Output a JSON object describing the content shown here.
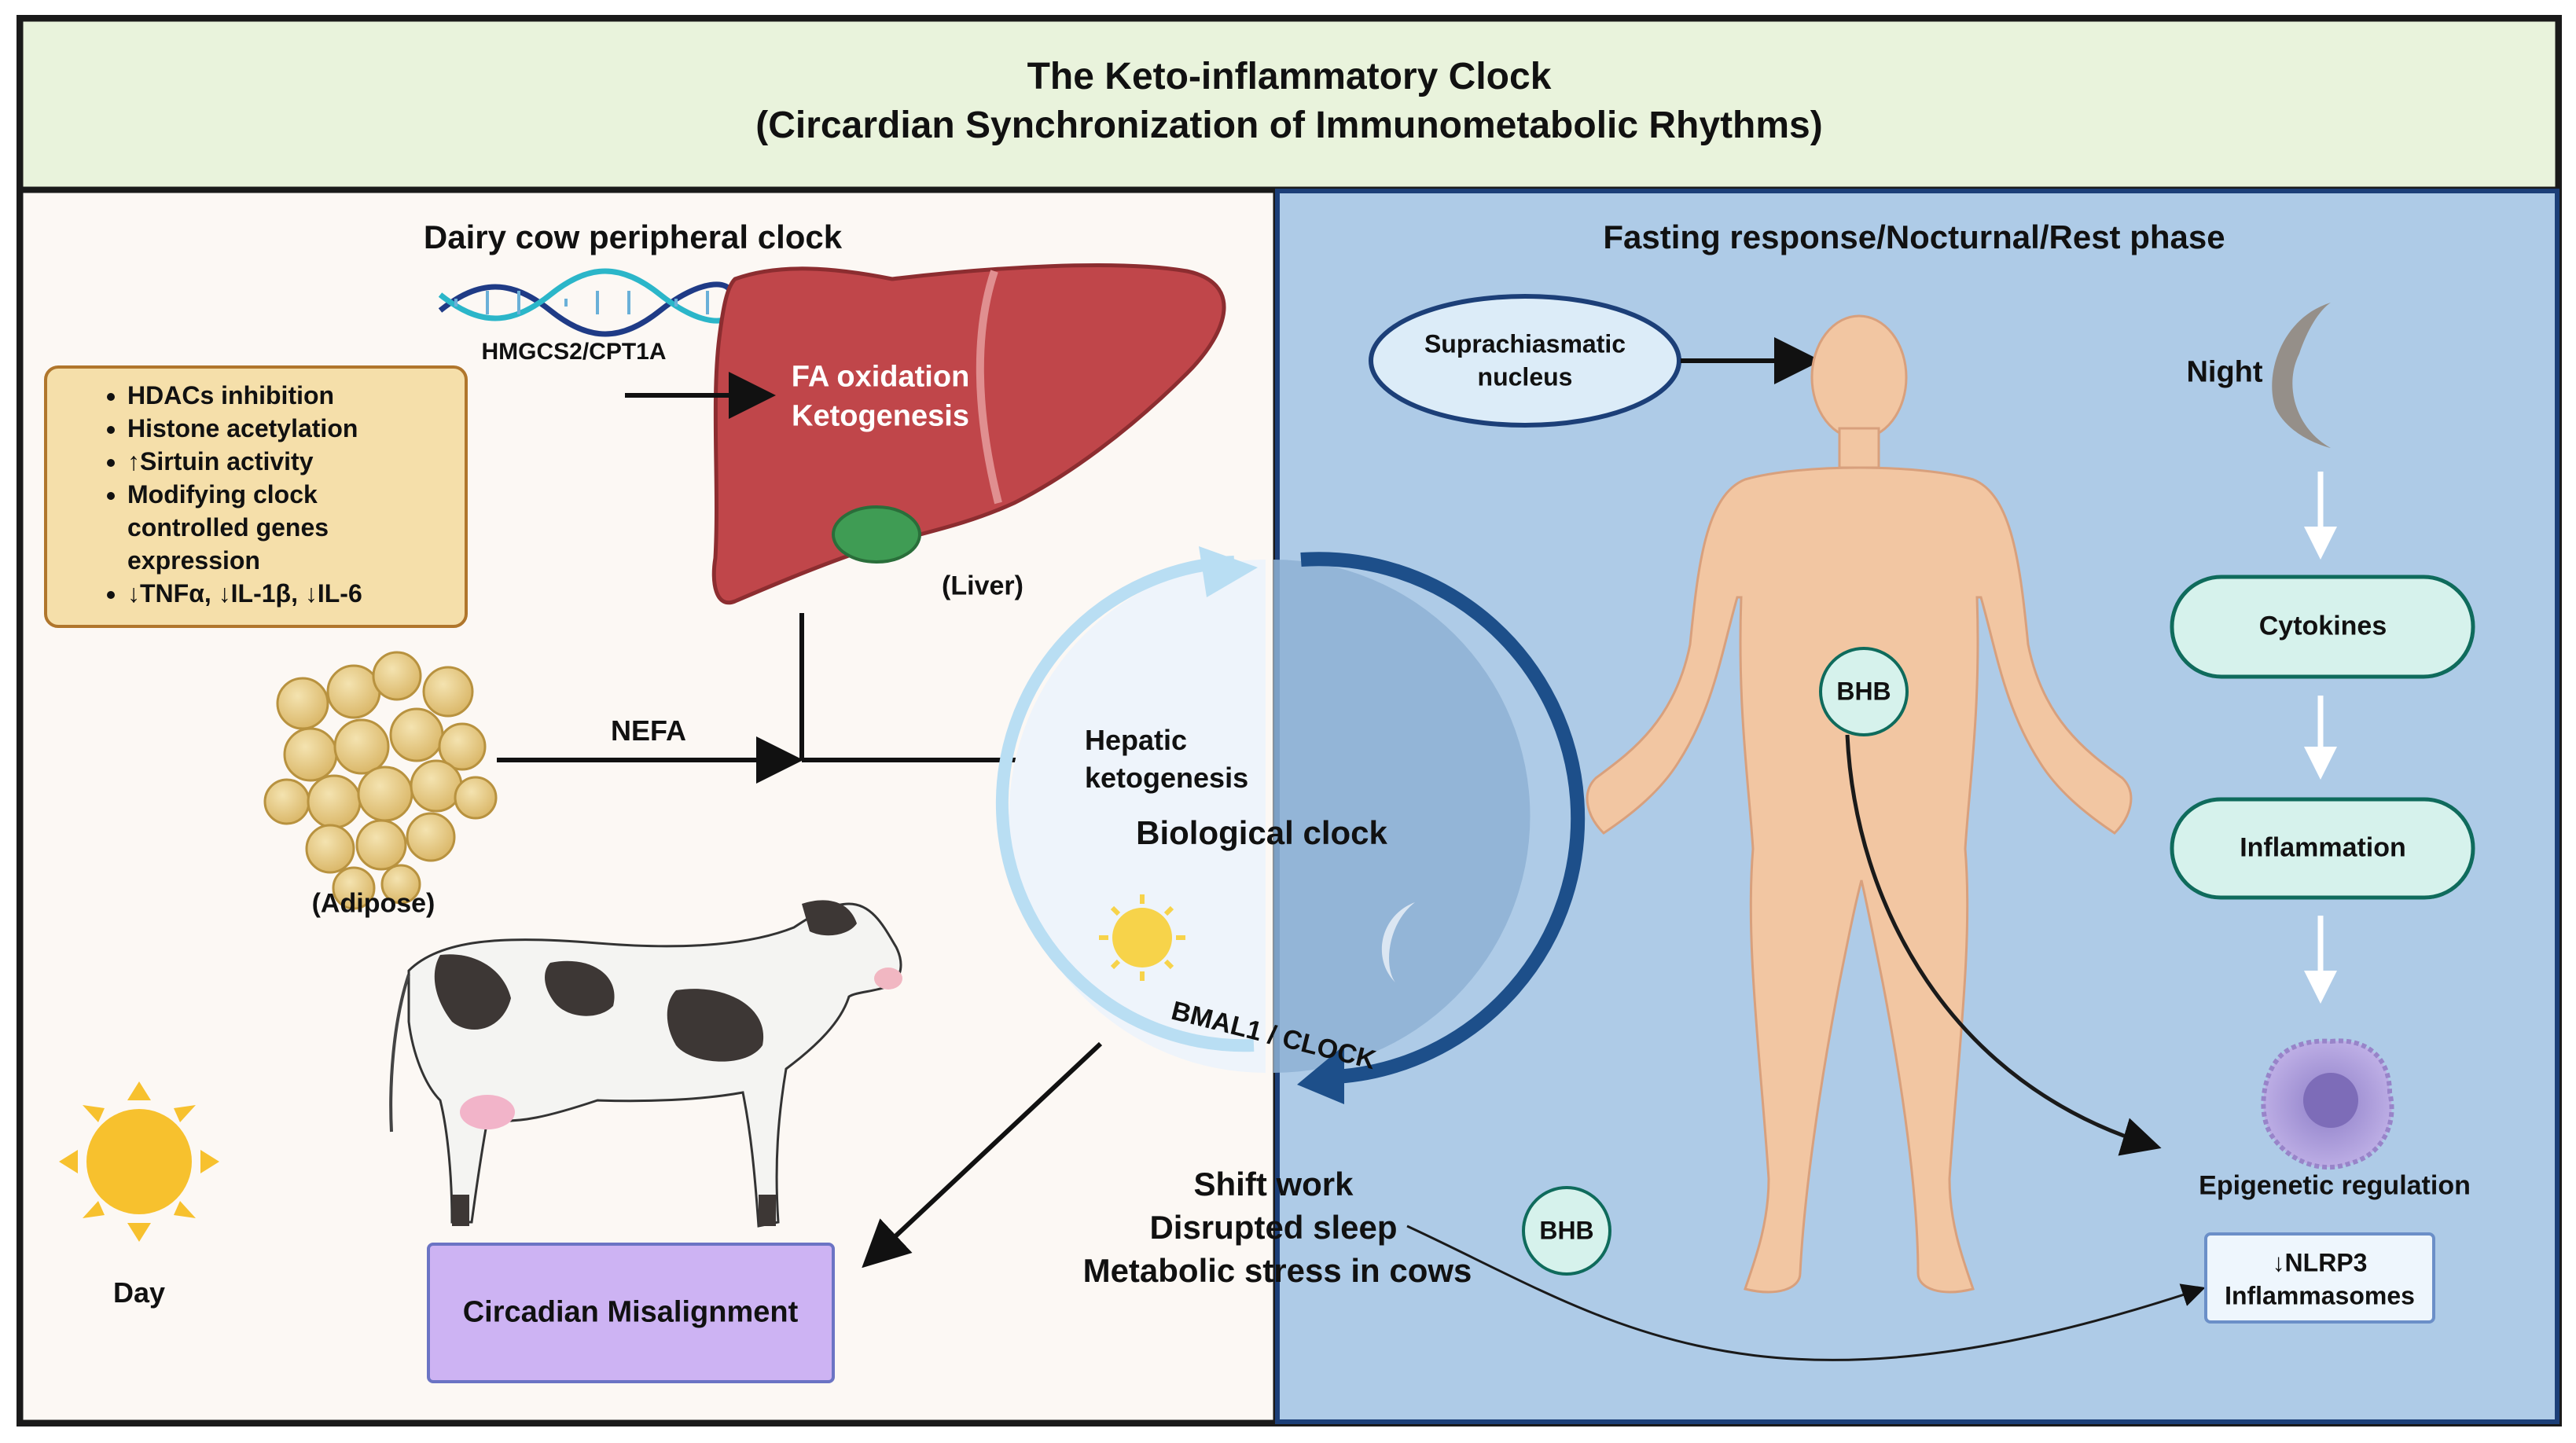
{
  "title": {
    "line1": "The Keto-inflammatory Clock",
    "line2": "(Circardian Synchronization of Immunometabolic Rhythms)"
  },
  "left_panel": {
    "heading": "Dairy cow peripheral clock",
    "gene_label": "HMGCS2/CPT1A",
    "liver_text": [
      "FA oxidation",
      "Ketogenesis"
    ],
    "liver_caption": "(Liver)",
    "effects": [
      "HDACs inhibition",
      "Histone acetylation",
      "↑Sirtuin activity",
      "Modifying clock\ncontrolled genes\nexpression",
      "↓TNFα, ↓IL-1β, ↓IL-6"
    ],
    "nefa_label": "NEFA",
    "adipose_caption": "(Adipose)",
    "hepatic_label": [
      "Hepatic",
      "ketogenesis"
    ],
    "day_label": "Day",
    "misalignment_box": "Circadian Misalignment"
  },
  "center": {
    "clock_label": "Biological clock",
    "gene_arc_label": "BMAL1 / CLOCK",
    "stressors": [
      "Shift work",
      "Disrupted sleep",
      "Metabolic stress in cows"
    ]
  },
  "right_panel": {
    "heading": "Fasting response/Nocturnal/Rest phase",
    "scn_label": [
      "Suprachiasmatic",
      "nucleus"
    ],
    "night_label": "Night",
    "bhb_body": "BHB",
    "bhb_free": "BHB",
    "flow": [
      "Cytokines",
      "Inflammation"
    ],
    "epigenetic_label": "Epigenetic regulation",
    "nlrp3_box": [
      "↓NLRP3",
      "Inflammasomes"
    ]
  },
  "colors": {
    "title_bg": "#e9f3dc",
    "left_bg": "#fcf8f4",
    "right_bg": "#aecbe7",
    "liver": "#c0464a",
    "box_fill": "#f5dfaa",
    "box_stroke": "#b0762c",
    "misalign_fill": "#cdb3f3",
    "flow_fill": "#d6f2ec",
    "flow_stroke": "#0f6b5c",
    "sun": "#f7c12e",
    "moon": "#958f89",
    "skin": "#f2c6a2",
    "clock_light": "#b9def3",
    "clock_dark": "#1d4f8a"
  }
}
